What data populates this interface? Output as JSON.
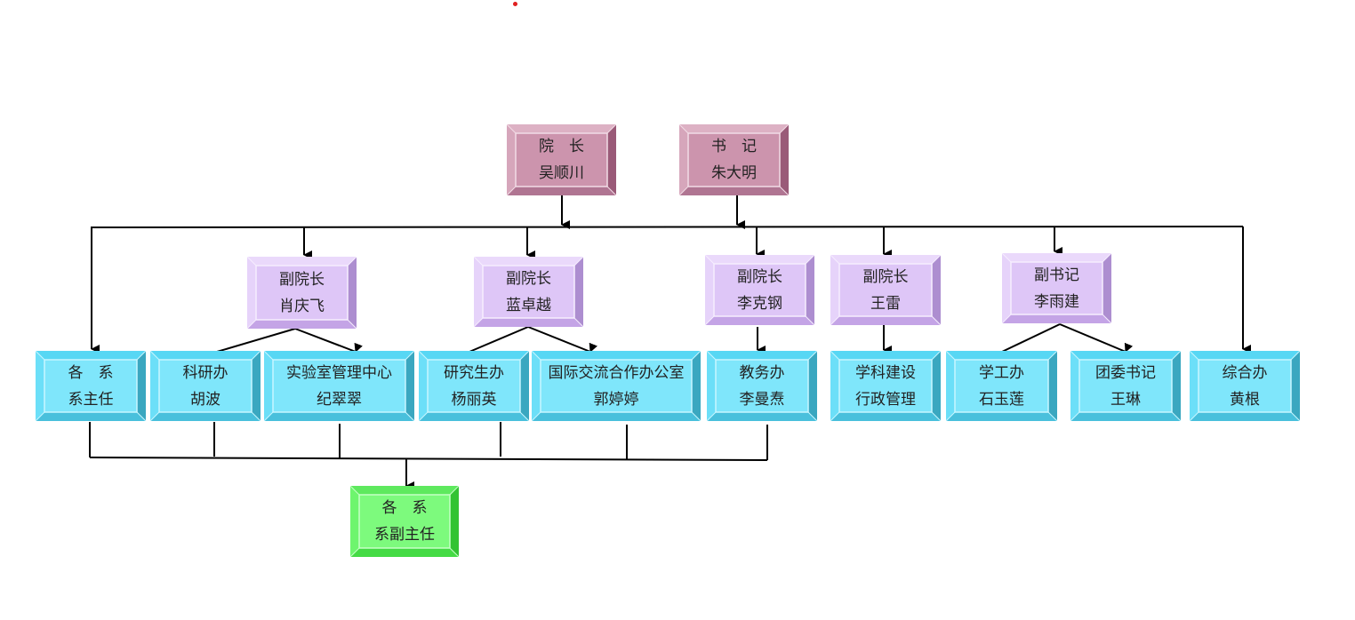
{
  "colors": {
    "leader": {
      "face": "#cc94ad",
      "top": "#ddb1c4",
      "left": "#d6a6bb",
      "right": "#9a5a78",
      "bottom": "#b07592",
      "inner": "#f2dce6"
    },
    "deputy": {
      "face": "#dec6f7",
      "top": "#ead9fb",
      "left": "#e6d3fa",
      "right": "#ad8ed0",
      "bottom": "#c4a4e6",
      "inner": "#f6eefe"
    },
    "office": {
      "face": "#7fe6fb",
      "top": "#57d7f4",
      "left": "#6cdff8",
      "right": "#3aa7c0",
      "bottom": "#49c0dc",
      "inner": "#c8f6ff"
    },
    "result": {
      "face": "#7dfa7d",
      "top": "#5ee95e",
      "left": "#6ef56e",
      "right": "#33c333",
      "bottom": "#45db45",
      "inner": "#c6ffc6"
    },
    "line": "#000000",
    "marker": "#e02020"
  },
  "nodes": {
    "dean": {
      "title": "院　长",
      "name": "吴顺川"
    },
    "secretary": {
      "title": "书　记",
      "name": "朱大明"
    },
    "vp1": {
      "title": "副院长",
      "name": "肖庆飞"
    },
    "vp2": {
      "title": "副院长",
      "name": "蓝卓越"
    },
    "vp3": {
      "title": "副院长",
      "name": "李克钢"
    },
    "vp4": {
      "title": "副院长",
      "name": "王雷"
    },
    "deputy_sec": {
      "title": "副书记",
      "name": "李雨建"
    },
    "dept_heads": {
      "title": "各　系",
      "name": "系主任"
    },
    "research": {
      "title": "科研办",
      "name": "胡波"
    },
    "lab": {
      "title": "实验室管理中心",
      "name": "纪翠翠"
    },
    "grad": {
      "title": "研究生办",
      "name": "杨丽英"
    },
    "intl": {
      "title": "国际交流合作办公室",
      "name": "郭婷婷"
    },
    "academic": {
      "title": "教务办",
      "name": "李曼焘"
    },
    "discipline": {
      "title": "学科建设",
      "name": "行政管理"
    },
    "student": {
      "title": "学工办",
      "name": "石玉莲"
    },
    "youth": {
      "title": "团委书记",
      "name": "王琳"
    },
    "general": {
      "title": "综合办",
      "name": "黄根"
    },
    "deputy_heads": {
      "title": "各　系",
      "name": "系副主任"
    }
  }
}
